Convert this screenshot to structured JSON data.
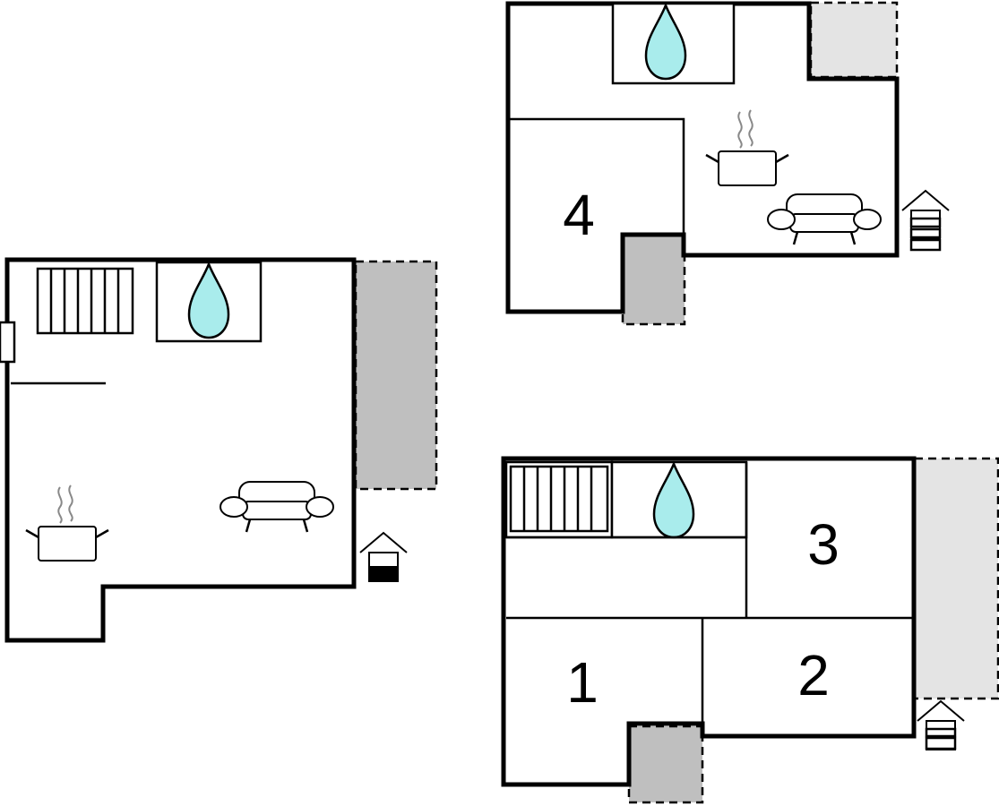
{
  "floors": [
    {
      "id": "ground-floor",
      "rooms": []
    },
    {
      "id": "upper-floor",
      "rooms": [
        {
          "id": "room-4",
          "label": "4"
        }
      ]
    },
    {
      "id": "lower-right-floor",
      "rooms": [
        {
          "id": "room-1",
          "label": "1"
        },
        {
          "id": "room-2",
          "label": "2"
        },
        {
          "id": "room-3",
          "label": "3"
        }
      ]
    }
  ],
  "colors": {
    "water": "#a9ecec",
    "terrace_dark": "#bfbfbf",
    "terrace_light": "#e4e4e4",
    "wall": "#000000"
  },
  "icons": [
    "water-drop-icon",
    "radiator-icon",
    "cooking-pot-icon",
    "armchair-icon",
    "entrance-icon"
  ]
}
